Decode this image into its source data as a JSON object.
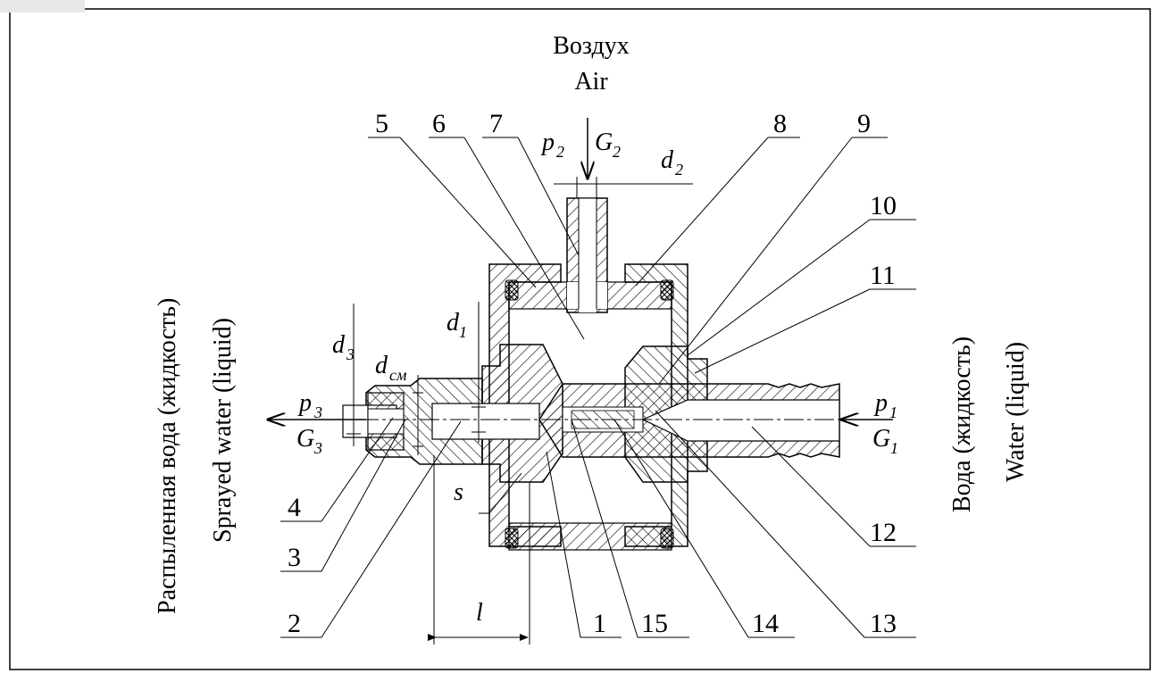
{
  "diagram": {
    "top_flow": {
      "ru": "Воздух",
      "en": "Air"
    },
    "left_flow": {
      "ru": "Распыленная вода (жидкость)",
      "en": "Sprayed water (liquid)"
    },
    "right_flow": {
      "ru": "Вода (жидкость)",
      "en": "Water (liquid)"
    },
    "part_labels": [
      "1",
      "2",
      "3",
      "4",
      "5",
      "6",
      "7",
      "8",
      "9",
      "10",
      "11",
      "12",
      "13",
      "14",
      "15"
    ],
    "symbols": {
      "p2": {
        "base": "p",
        "sub": "2"
      },
      "G2": {
        "base": "G",
        "sub": "2"
      },
      "d2": {
        "base": "d",
        "sub": "2"
      },
      "d3": {
        "base": "d",
        "sub": "3"
      },
      "dcm": {
        "base": "d",
        "sub": "см"
      },
      "d1": {
        "base": "d",
        "sub": "1"
      },
      "p3": {
        "base": "p",
        "sub": "3"
      },
      "G3": {
        "base": "G",
        "sub": "3"
      },
      "p1": {
        "base": "p",
        "sub": "1"
      },
      "G1": {
        "base": "G",
        "sub": "1"
      },
      "s": "s",
      "l": "l"
    }
  }
}
